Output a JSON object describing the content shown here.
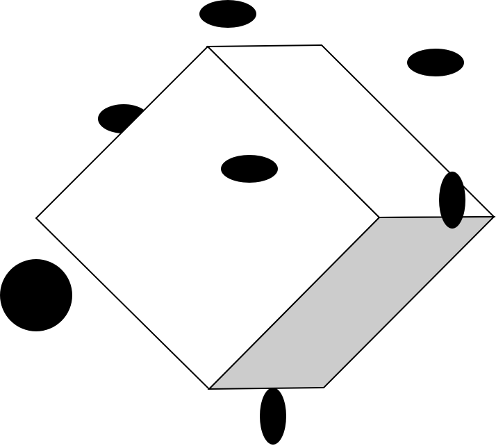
{
  "diagram": {
    "subject": "cube with dots",
    "colors": {
      "background": "#ffffff",
      "face_light": "#ffffff",
      "face_shaded": "#cccccc",
      "stroke": "#000000",
      "dot": "#000000"
    },
    "faces": [
      {
        "id": "front-face",
        "shade": "light"
      },
      {
        "id": "top-face",
        "shade": "light"
      },
      {
        "id": "right-face",
        "shade": "shaded"
      }
    ],
    "dot_count": 7
  }
}
